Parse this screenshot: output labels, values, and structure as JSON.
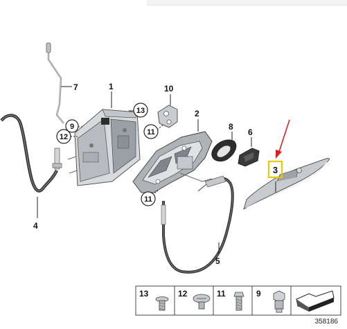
{
  "diagram": {
    "callouts": {
      "c1": "1",
      "c2": "2",
      "c3": "3",
      "c4": "4",
      "c5": "5",
      "c6": "6",
      "c7": "7",
      "c8": "8",
      "c9": "9",
      "c10": "10",
      "c11": "11",
      "c12": "12",
      "c13": "13"
    },
    "highlight_color": "#e8c800",
    "arrow_color": "#e02020",
    "legend": [
      {
        "num": "13",
        "icon": "screw-flat-head-icon"
      },
      {
        "num": "12",
        "icon": "screw-round-head-icon"
      },
      {
        "num": "11",
        "icon": "screw-hex-head-icon"
      },
      {
        "num": "9",
        "icon": "bolt-hex-sleeve-icon"
      },
      {
        "num": "",
        "icon": "catalog-arrow-icon"
      }
    ],
    "document_number": "358186"
  }
}
